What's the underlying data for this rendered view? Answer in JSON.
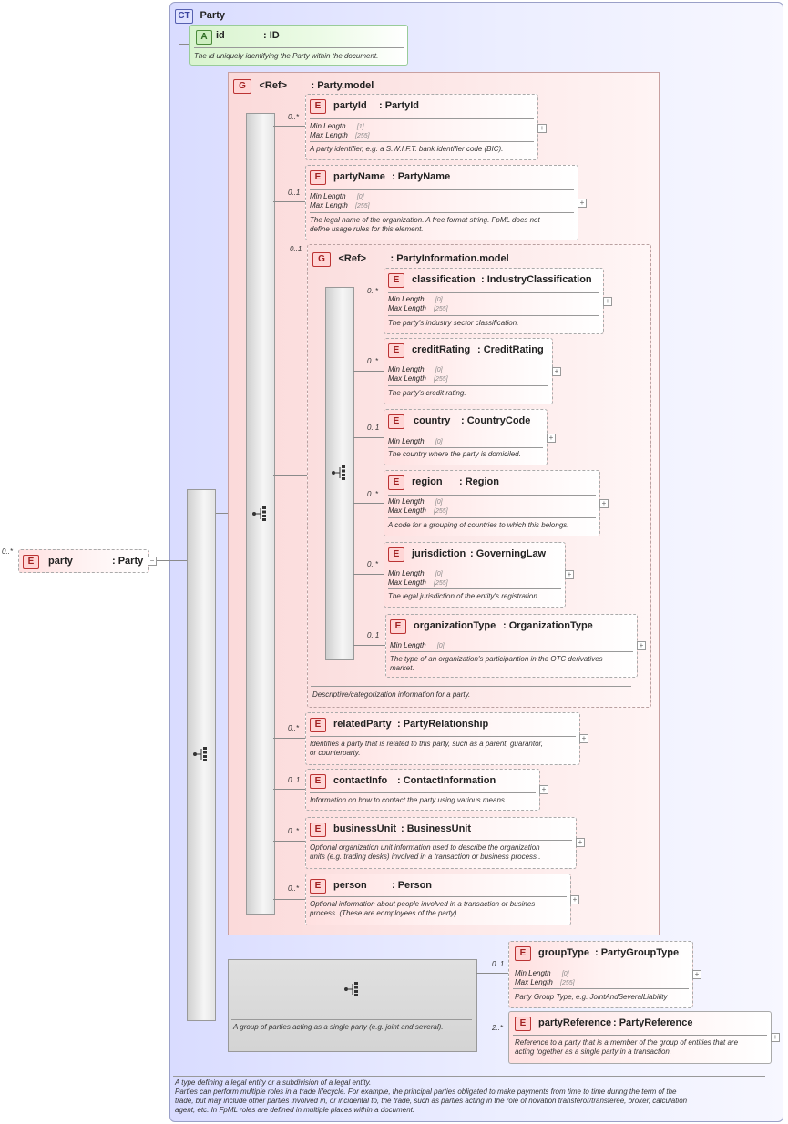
{
  "complex_type": {
    "badge": "CT",
    "name": "Party",
    "doc": [
      "A type defining a legal entity or a subdivision of a legal entity.",
      "Parties can perform multiple roles in a trade lifecycle. For example, the principal parties obligated to make payments from time to time during the term of the",
      "trade, but may include other parties involved in, or incidental to, the trade, such as parties acting in the role of novation transferor/transferee, broker, calculation",
      "agent, etc. In FpML roles are defined in multiple places within a document."
    ]
  },
  "root_element": {
    "badge": "E",
    "mult": "0..*",
    "name": "party",
    "type": ": Party",
    "collapse": "−"
  },
  "attribute": {
    "badge": "A",
    "name": "id",
    "type": ": ID",
    "doc": "The id uniquely identifying the Party within the document."
  },
  "party_model": {
    "badge": "G",
    "ref": "<Ref>",
    "type": ": Party.model"
  },
  "info_model": {
    "badge": "G",
    "ref": "<Ref>",
    "type": ": PartyInformation.model",
    "mult": "0..1",
    "doc": "Descriptive/categorization information for a party."
  },
  "facet_labels": {
    "min": "Min Length",
    "max": "Max Length"
  },
  "elements": [
    {
      "mult": "0..*",
      "name": "partyId",
      "type": ": PartyId",
      "min": "[1]",
      "max": "[255]",
      "doc": [
        "A party identifier, e.g. a S.W.I.F.T. bank identifier code (BIC)."
      ]
    },
    {
      "mult": "0..1",
      "name": "partyName",
      "type": ": PartyName",
      "min": "[0]",
      "max": "[255]",
      "doc": [
        "The legal name of the organization. A free format string. FpML does not",
        "define usage rules for this element."
      ]
    },
    {
      "mult": "0..*",
      "name": "classification",
      "type": ": IndustryClassification",
      "min": "[0]",
      "max": "[255]",
      "doc": [
        "The party's industry sector classification."
      ]
    },
    {
      "mult": "0..*",
      "name": "creditRating",
      "type": ": CreditRating",
      "min": "[0]",
      "max": "[255]",
      "doc": [
        "The party's credit rating."
      ]
    },
    {
      "mult": "0..1",
      "name": "country",
      "type": ": CountryCode",
      "min": "[0]",
      "doc": [
        "The country where the party is domiciled."
      ]
    },
    {
      "mult": "0..*",
      "name": "region",
      "type": ": Region",
      "min": "[0]",
      "max": "[255]",
      "doc": [
        "A code for a grouping of countries to which this belongs."
      ]
    },
    {
      "mult": "0..*",
      "name": "jurisdiction",
      "type": ": GoverningLaw",
      "min": "[0]",
      "max": "[255]",
      "doc": [
        "The legal jurisdiction of the entity's registration."
      ]
    },
    {
      "mult": "0..1",
      "name": "organizationType",
      "type": ": OrganizationType",
      "min": "[0]",
      "doc": [
        "The type of an organization's participantion in the OTC derivatives",
        "market."
      ]
    },
    {
      "mult": "0..*",
      "name": "relatedParty",
      "type": ": PartyRelationship",
      "doc": [
        "Identifies a party that is related to this party, such as a parent, guarantor,",
        "or counterparty."
      ]
    },
    {
      "mult": "0..1",
      "name": "contactInfo",
      "type": ": ContactInformation",
      "doc": [
        "Information on how to contact the party using various means."
      ]
    },
    {
      "mult": "0..*",
      "name": "businessUnit",
      "type": ": BusinessUnit",
      "doc": [
        "Optional organization unit information used to describe the organization",
        "units (e.g. trading desks) involved in a transaction or business process ."
      ]
    },
    {
      "mult": "0..*",
      "name": "person",
      "type": ": Person",
      "doc": [
        "Optional information about people involved in a transaction or busines",
        "process. (These are eomployees of the party)."
      ]
    },
    {
      "mult": "0..1",
      "name": "groupType",
      "type": ": PartyGroupType",
      "min": "[0]",
      "max": "[255]",
      "doc": [
        "Party Group Type, e.g. JointAndSeveralLiability"
      ]
    },
    {
      "mult": "2..*",
      "name": "partyReference",
      "type": ": PartyReference",
      "doc": [
        "Reference to a party that is a member of the group of entities that are",
        "acting together as a single party in a transaction."
      ]
    }
  ],
  "group_sequence": {
    "doc": "A group of parties acting as a single party (e.g. joint and several)."
  },
  "icons": {
    "sequence": "sequence-icon",
    "expand": "expand-icon",
    "collapse": "collapse-icon"
  },
  "colors": {
    "complex_type_bg": "#d9dcff",
    "group_bg": "#fbdada",
    "element_bg": "#ffe0e0",
    "attribute_bg": "#d9f4cf"
  }
}
